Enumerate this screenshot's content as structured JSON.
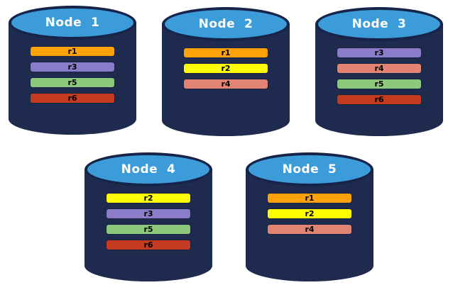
{
  "colors": {
    "cylinder_body": "#1E2B4E",
    "cylinder_outline": "#17244A",
    "cylinder_top_fill": "#3B9CD9",
    "node_label_color": "#FFFFFF",
    "replica_label_color": "#000000",
    "replicas": {
      "r1": "#FFA108",
      "r2": "#FEFE00",
      "r3": "#8A7CC8",
      "r4": "#E18473",
      "r5": "#8DC87C",
      "r6": "#C43B22"
    }
  },
  "nodes": [
    {
      "label": "Node  1",
      "replicas": [
        "r1",
        "r3",
        "r5",
        "r6"
      ]
    },
    {
      "label": "Node  2",
      "replicas": [
        "r1",
        "r2",
        "r4"
      ]
    },
    {
      "label": "Node  3",
      "replicas": [
        "r3",
        "r4",
        "r5",
        "r6"
      ]
    },
    {
      "label": "Node  4",
      "replicas": [
        "r2",
        "r3",
        "r5",
        "r6"
      ]
    },
    {
      "label": "Node  5",
      "replicas": [
        "r1",
        "r2",
        "r4"
      ]
    }
  ]
}
